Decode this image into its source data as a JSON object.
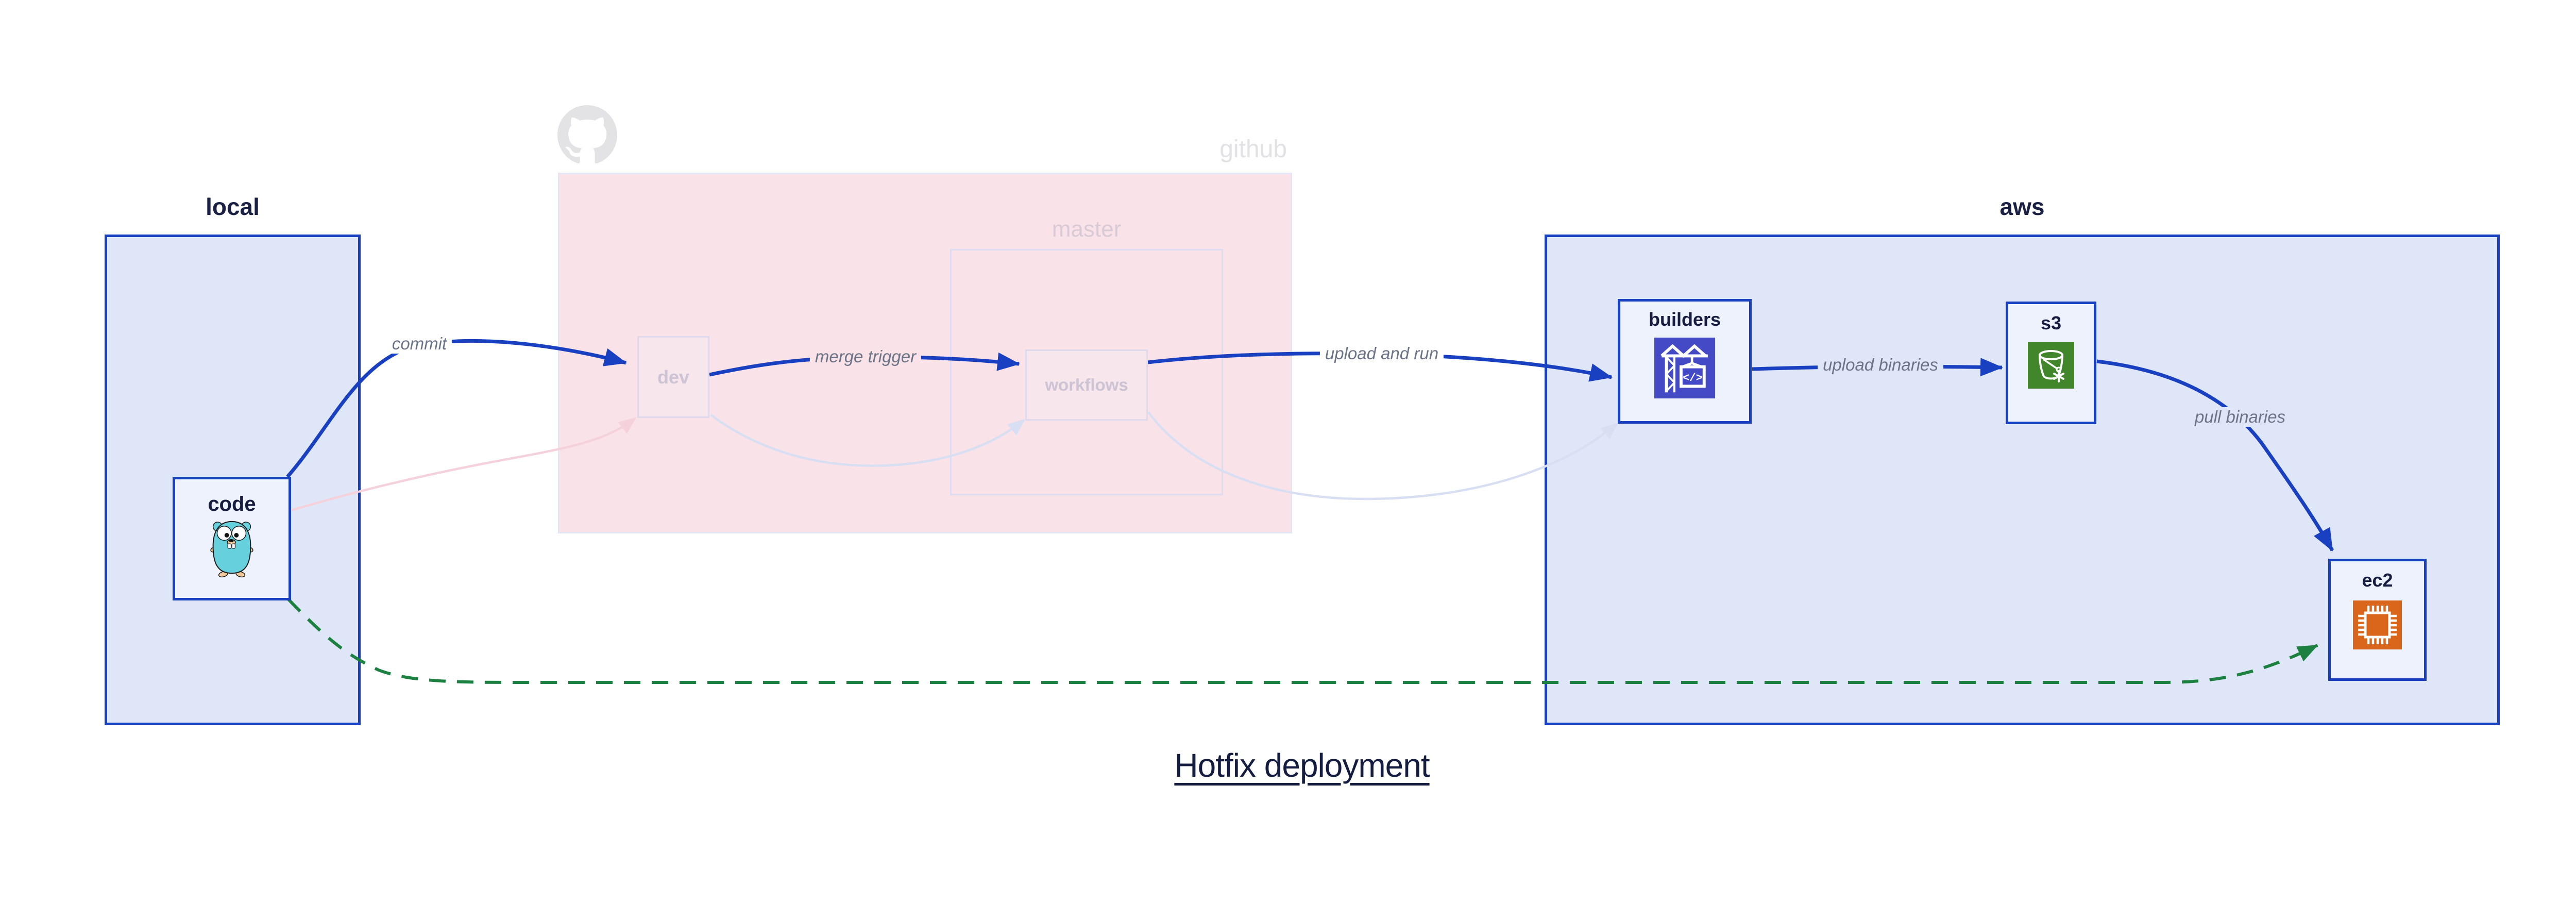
{
  "title": "Hotfix deployment",
  "groups": {
    "local": {
      "label": "local"
    },
    "github": {
      "label": "github",
      "master_label": "master",
      "logo_icon": "github-octocat-icon"
    },
    "aws": {
      "label": "aws"
    }
  },
  "nodes": {
    "code": {
      "label": "code",
      "icon": "go-gopher-icon"
    },
    "dev": {
      "label": "dev"
    },
    "workflows": {
      "label": "workflows"
    },
    "builders": {
      "label": "builders",
      "icon": "codebuild-crane-icon"
    },
    "s3": {
      "label": "s3",
      "icon": "s3-glacier-bucket-icon"
    },
    "ec2": {
      "label": "ec2",
      "icon": "ec2-chip-icon"
    }
  },
  "edges": {
    "commit": {
      "label": "commit",
      "from": "code",
      "to": "dev",
      "style": "solid-blue"
    },
    "merge_trigger": {
      "label": "merge trigger",
      "from": "dev",
      "to": "workflows",
      "style": "solid-blue"
    },
    "upload_and_run": {
      "label": "upload and run",
      "from": "workflows",
      "to": "builders",
      "style": "solid-blue"
    },
    "upload_binaries": {
      "label": "upload binaries",
      "from": "builders",
      "to": "s3",
      "style": "solid-blue"
    },
    "pull_binaries": {
      "label": "pull binaries",
      "from": "s3",
      "to": "ec2",
      "style": "solid-blue"
    },
    "hotfix_path": {
      "label": "",
      "from": "code",
      "to": "ec2",
      "style": "dashed-green"
    },
    "faded_code_dev": {
      "label": "",
      "from": "code",
      "to": "dev",
      "style": "faded-pink"
    },
    "faded_dev_workflows": {
      "label": "",
      "from": "dev",
      "to": "workflows",
      "style": "faded-lavender"
    },
    "faded_workflows_builders": {
      "label": "",
      "from": "workflows",
      "to": "builders",
      "style": "faded-lavender"
    }
  },
  "colors": {
    "accent_blue": "#1a40c2",
    "container_fill": "#dfe6f8",
    "node_fill": "#eef2fc",
    "github_pink": "#f9e2e8",
    "faded_lavender": "#d9dff3",
    "faded_pink": "#f5d2db",
    "green_dashed": "#1b8040",
    "gray_edge_label": "#6b7386",
    "navy_text": "#161d40",
    "codebuild_purple": "#4449c6",
    "s3_green": "#41862a",
    "ec2_orange": "#d9661a",
    "gopher_teal": "#66d1dd",
    "octocat_gray": "#e3e3e5"
  }
}
